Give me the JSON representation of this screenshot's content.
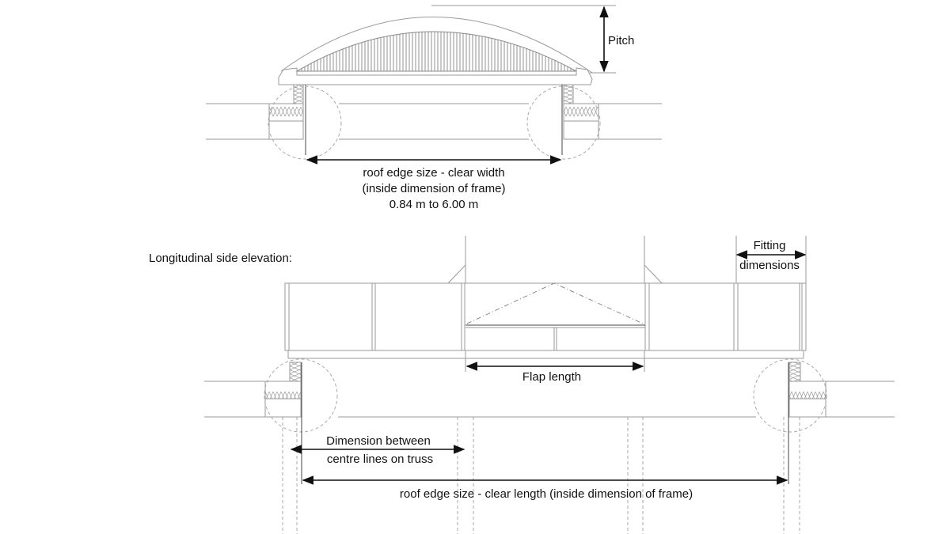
{
  "cross_section": {
    "pitch_label": "Pitch",
    "width_label_line1": "roof edge size - clear width",
    "width_label_line2": "(inside dimension of frame)",
    "width_label_line3": "0.84 m to 6.00 m"
  },
  "longitudinal": {
    "heading": "Longitudinal side elevation:",
    "fitting_line1": "Fitting",
    "fitting_line2": "dimensions",
    "flap_label": "Flap length",
    "truss_line1": "Dimension between",
    "truss_line2": "centre lines on truss",
    "length_label": "roof edge size - clear length (inside dimension of frame)"
  }
}
